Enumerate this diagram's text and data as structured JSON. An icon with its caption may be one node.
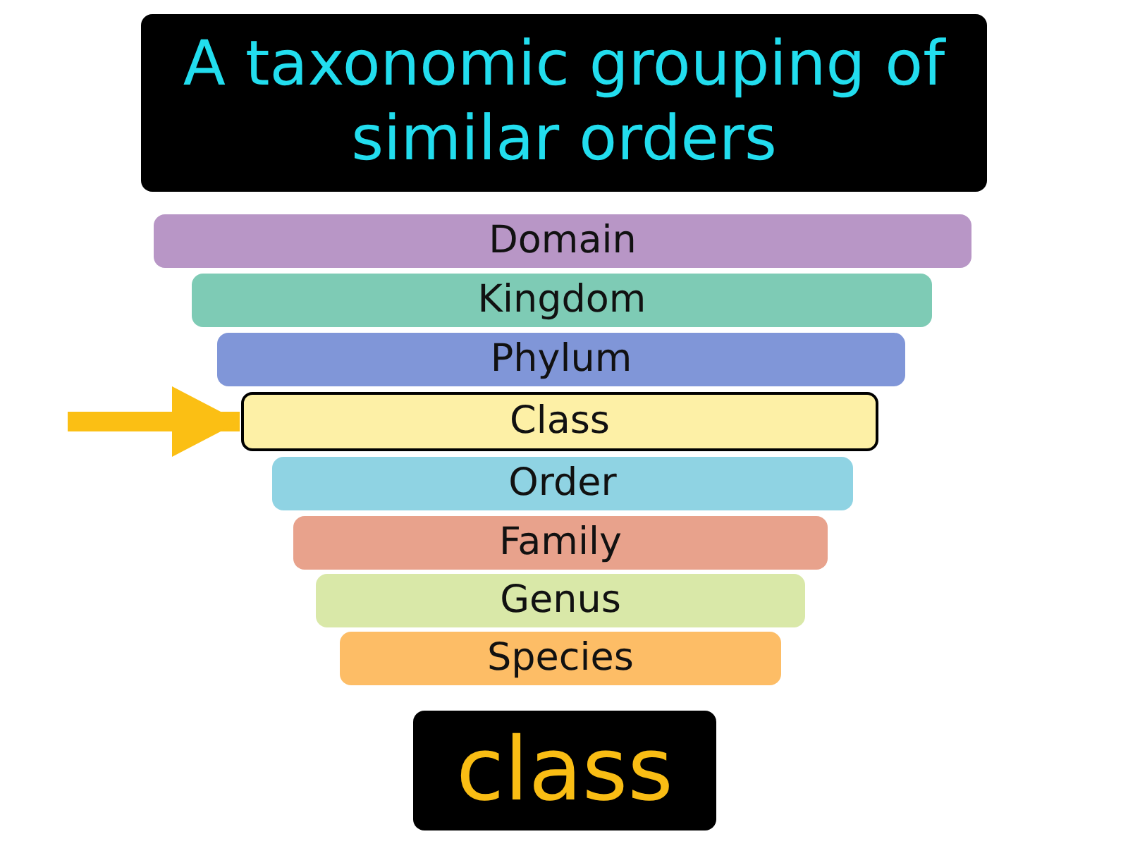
{
  "diagram": {
    "nodes": [
      {
        "text": [
          "A taxonomic grouping of similar orders"
        ]
      },
      {
        "text": [
          "Domain"
        ]
      },
      {
        "text": [
          "Kingdom"
        ]
      },
      {
        "text": [
          "Phylum"
        ]
      },
      {
        "text": [
          "Class"
        ]
      },
      {
        "text": [
          "Order"
        ]
      },
      {
        "text": [
          "Family"
        ]
      },
      {
        "text": [
          "Genus"
        ]
      },
      {
        "text": [
          "Species"
        ]
      },
      {
        "text": [
          "class"
        ]
      }
    ],
    "edges": [
      {
        "from": null,
        "to": 4,
        "arrow": "to",
        "color": "#fbbf14"
      }
    ]
  }
}
